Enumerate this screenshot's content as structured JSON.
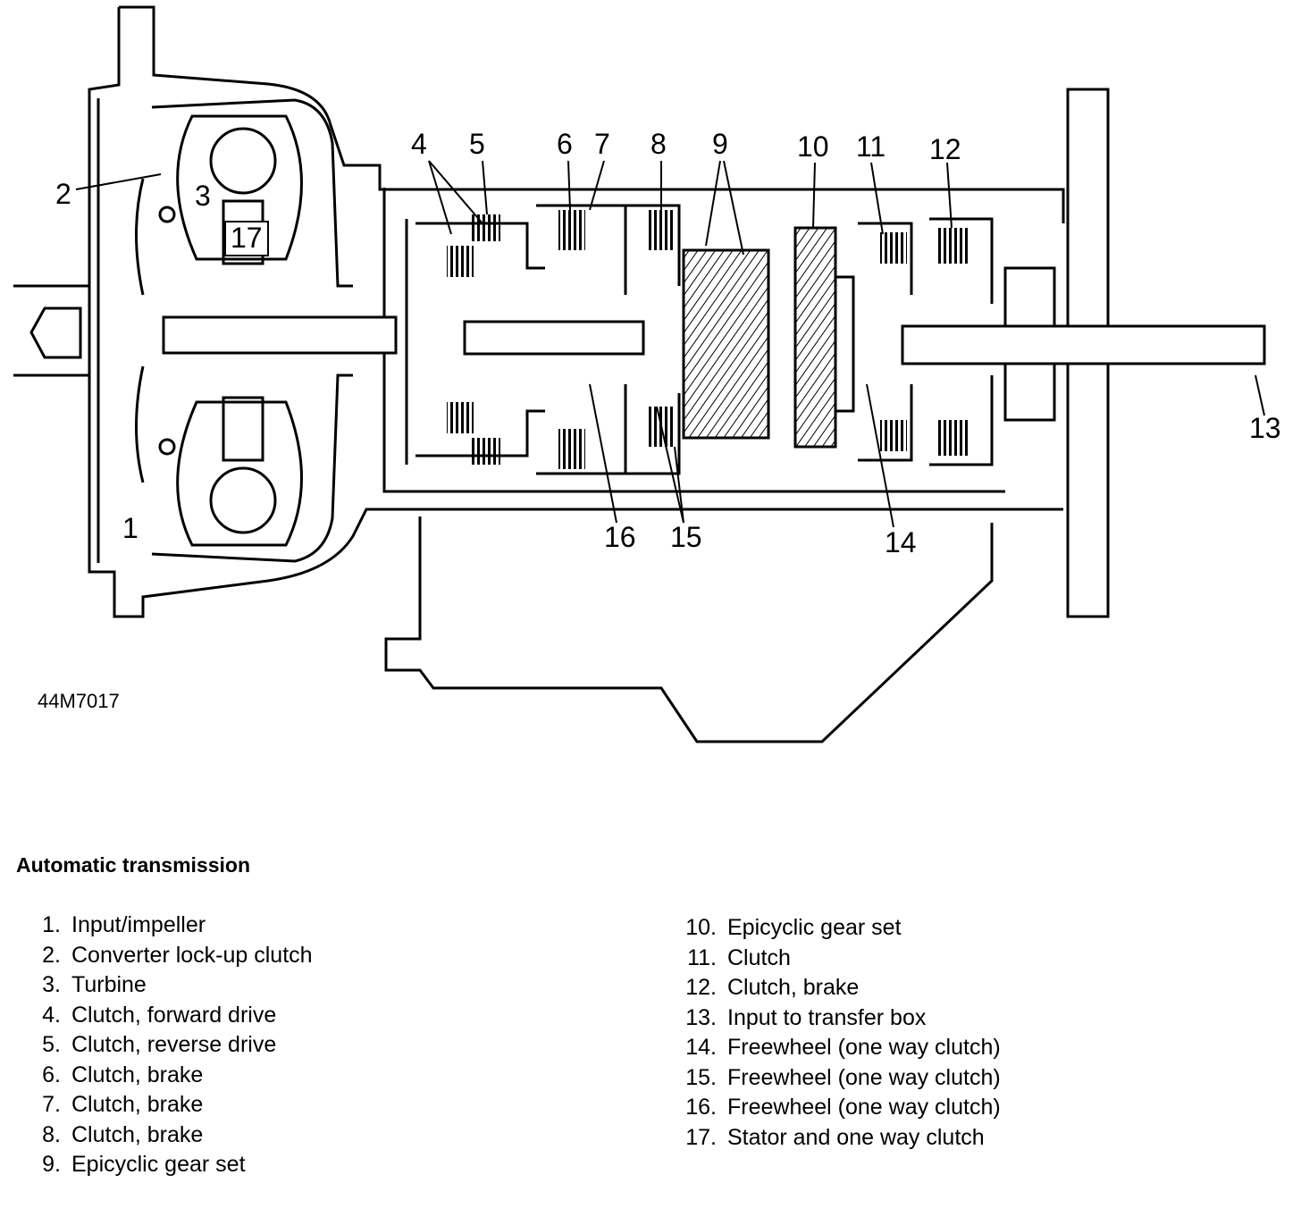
{
  "diagram": {
    "drawing_code": "44M7017",
    "callouts": [
      "1",
      "2",
      "3",
      "4",
      "5",
      "6",
      "7",
      "8",
      "9",
      "10",
      "11",
      "12",
      "13",
      "14",
      "15",
      "16",
      "17"
    ]
  },
  "legend": {
    "title": "Automatic transmission",
    "left": [
      {
        "num": "1.",
        "text": "Input/impeller"
      },
      {
        "num": "2.",
        "text": "Converter lock-up clutch"
      },
      {
        "num": "3.",
        "text": "Turbine"
      },
      {
        "num": "4.",
        "text": "Clutch, forward drive"
      },
      {
        "num": "5.",
        "text": "Clutch, reverse drive"
      },
      {
        "num": "6.",
        "text": "Clutch, brake"
      },
      {
        "num": "7.",
        "text": "Clutch, brake"
      },
      {
        "num": "8.",
        "text": "Clutch, brake"
      },
      {
        "num": "9.",
        "text": "Epicyclic gear set"
      }
    ],
    "right": [
      {
        "num": "10.",
        "text": "Epicyclic gear set"
      },
      {
        "num": "11.",
        "text": "Clutch"
      },
      {
        "num": "12.",
        "text": "Clutch, brake"
      },
      {
        "num": "13.",
        "text": "Input to transfer box"
      },
      {
        "num": "14.",
        "text": "Freewheel (one way clutch)"
      },
      {
        "num": "15.",
        "text": "Freewheel (one way clutch)"
      },
      {
        "num": "16.",
        "text": "Freewheel (one way clutch)"
      },
      {
        "num": "17.",
        "text": "Stator and one way clutch"
      }
    ]
  }
}
